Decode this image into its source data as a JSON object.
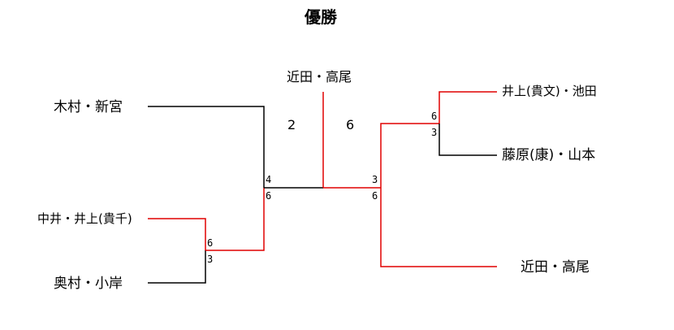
{
  "title": "優勝",
  "champion": "近田・高尾",
  "final_score": {
    "left": "2",
    "right": "6"
  },
  "left": {
    "semi": {
      "top": "木村・新宮",
      "score_top": "4",
      "score_bottom": "6"
    },
    "quarter": {
      "top": "中井・井上(貴千)",
      "bottom": "奥村・小岸",
      "score_top": "6",
      "score_bottom": "3"
    }
  },
  "right": {
    "semi": {
      "bottom": "近田・高尾",
      "score_top": "3",
      "score_bottom": "6"
    },
    "quarter": {
      "top": "井上(貴文)・池田",
      "bottom": "藤原(康)・山本",
      "score_top": "6",
      "score_bottom": "3"
    }
  },
  "colors": {
    "winner_line": "#e00000",
    "loser_line": "#000000"
  }
}
